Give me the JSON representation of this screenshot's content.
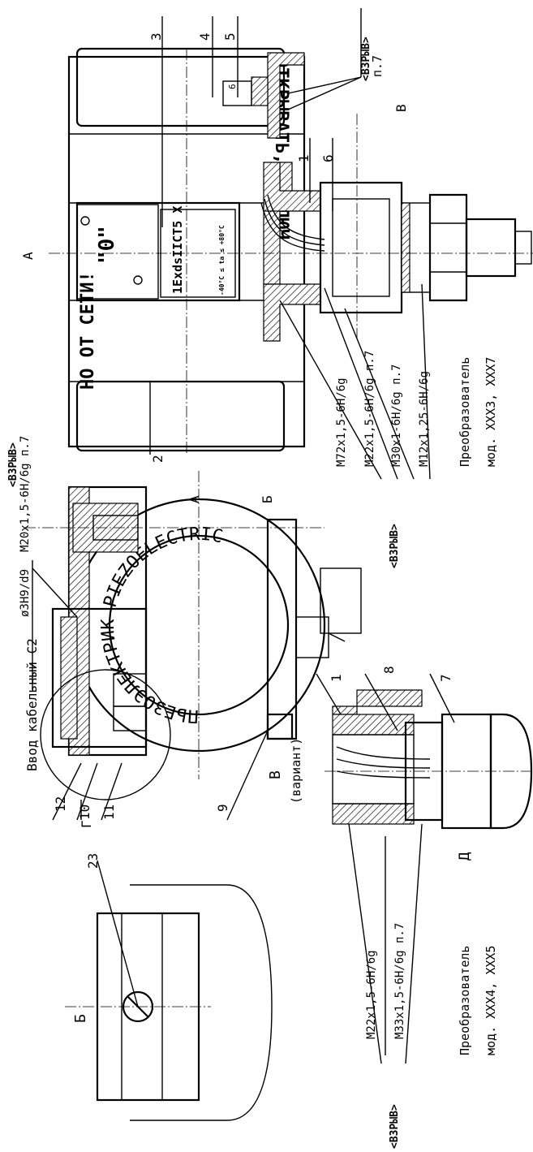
{
  "drawing": {
    "top_view": {
      "labels": {
        "explosion_top": "<ВЗРЫВ>",
        "explosion_note": "п.7",
        "plate_word": "ОТКРЫВАТЬ, ОТКЛЮЧ",
        "warning": "НО ОТ СЕТИ!",
        "zero_mark": "\"0\"",
        "ex_marking": "1ExdsIIСТ5 Х",
        "temp_range": "-40°С ≤ ta ≤ +80°С",
        "section_a": "А",
        "section_v": "В"
      },
      "callouts": [
        "2",
        "3",
        "4",
        "5",
        "6",
        "1"
      ],
      "dim_inner": "6",
      "threads": [
        "М72х1,5-6Н/6g",
        "М22х1,5-6Н/6g п.7",
        "М30х1-6Н/6g п.7",
        "М12х1,25-6Н/6g"
      ],
      "explosion_bottom": "<ВЗРЫВ>",
      "caption_title": "Преобразователь",
      "caption_models": "мод. ХХХ3, ХХХ7"
    },
    "middle_view": {
      "dial_text": "ПЬЕЗОЭЛЕКТРИК PIEZOELECTRIC",
      "explosion_top": "<ВЗРЫВ>",
      "thread_1": "М20х1,5-6Н/6g п.7",
      "thread_2": "ø3Н9/d9",
      "section_a": "А",
      "section_b": "Б",
      "cable_entry": "Ввод кабельный С2",
      "callouts": [
        "12",
        "10",
        "11",
        "9"
      ],
      "detail_g": "Г"
    },
    "lower_view": {
      "title": "В",
      "subtitle": "(вариант)",
      "callouts": [
        "1",
        "8",
        "7"
      ],
      "threads": [
        "М22х1,5-6Н/6g",
        "М33х1,5-6Н/6g п.7"
      ],
      "explosion": "<ВЗРЫВ>",
      "caption_title": "Преобразователь",
      "caption_letter": "Д",
      "caption_models": "мод. ХХХ4, ХХХ5"
    },
    "detail_b": {
      "title": "Б",
      "callout": "23"
    }
  }
}
